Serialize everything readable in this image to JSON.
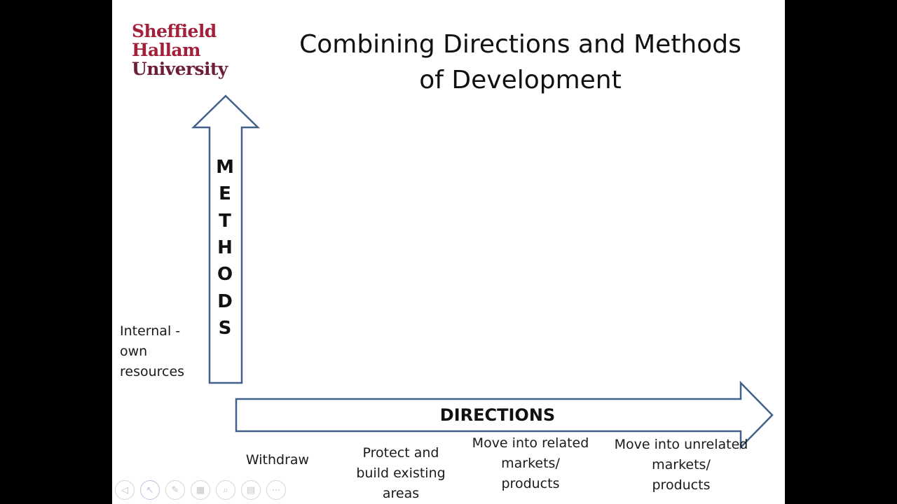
{
  "logo": {
    "lines": [
      "Sheffield",
      "Hallam",
      "University"
    ]
  },
  "slide": {
    "title_line1": "Combining Directions and Methods",
    "title_line2": "of Development"
  },
  "methods_axis": {
    "letters": [
      "M",
      "E",
      "T",
      "H",
      "O",
      "D",
      "S"
    ],
    "low_label": [
      "Internal -",
      "own",
      "resources"
    ]
  },
  "directions_axis": {
    "label": "DIRECTIONS",
    "categories": [
      {
        "lines": [
          "Withdraw"
        ]
      },
      {
        "lines": [
          "Protect and",
          "build existing",
          "areas"
        ]
      },
      {
        "lines": [
          "Move into related",
          "markets/",
          "products"
        ]
      },
      {
        "lines": [
          "Move into unrelated",
          "markets/",
          "products"
        ]
      }
    ]
  },
  "toolbar": {
    "buttons": [
      {
        "name": "previous-slide-icon",
        "glyph": "◁"
      },
      {
        "name": "pointer-icon",
        "glyph": "↖"
      },
      {
        "name": "pen-icon",
        "glyph": "✎"
      },
      {
        "name": "see-all-slides-icon",
        "glyph": "▦"
      },
      {
        "name": "zoom-icon",
        "glyph": "⌕"
      },
      {
        "name": "subtitles-icon",
        "glyph": "▤"
      },
      {
        "name": "more-options-icon",
        "glyph": "⋯"
      }
    ]
  },
  "colors": {
    "arrow_stroke": "#41618a",
    "logo_red": "#a3203a",
    "letterbox": "#000000"
  }
}
